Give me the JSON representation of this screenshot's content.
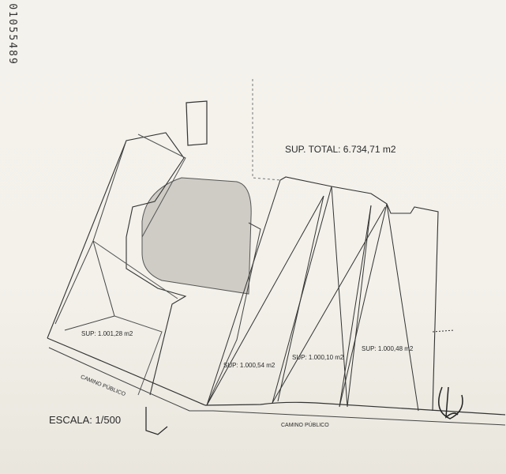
{
  "document_number": "01055489",
  "total_area": "SUP. TOTAL: 6.734,71 m2",
  "parcels": [
    {
      "label": "SUP: 1.001,28 m2"
    },
    {
      "label": "SUP: 1.000,54 m2"
    },
    {
      "label": "SUP: 1.000,10 m2"
    },
    {
      "label": "SUP: 1.000,48 m2"
    }
  ],
  "roads": [
    "CAMINO PÚBLICO",
    "CAMINO PÚBLICO"
  ],
  "scale": "ESCALA: 1/500",
  "colors": {
    "ink": "#2a2a2a",
    "paper": "#f2f0ea",
    "building": "#c9c7c1"
  }
}
